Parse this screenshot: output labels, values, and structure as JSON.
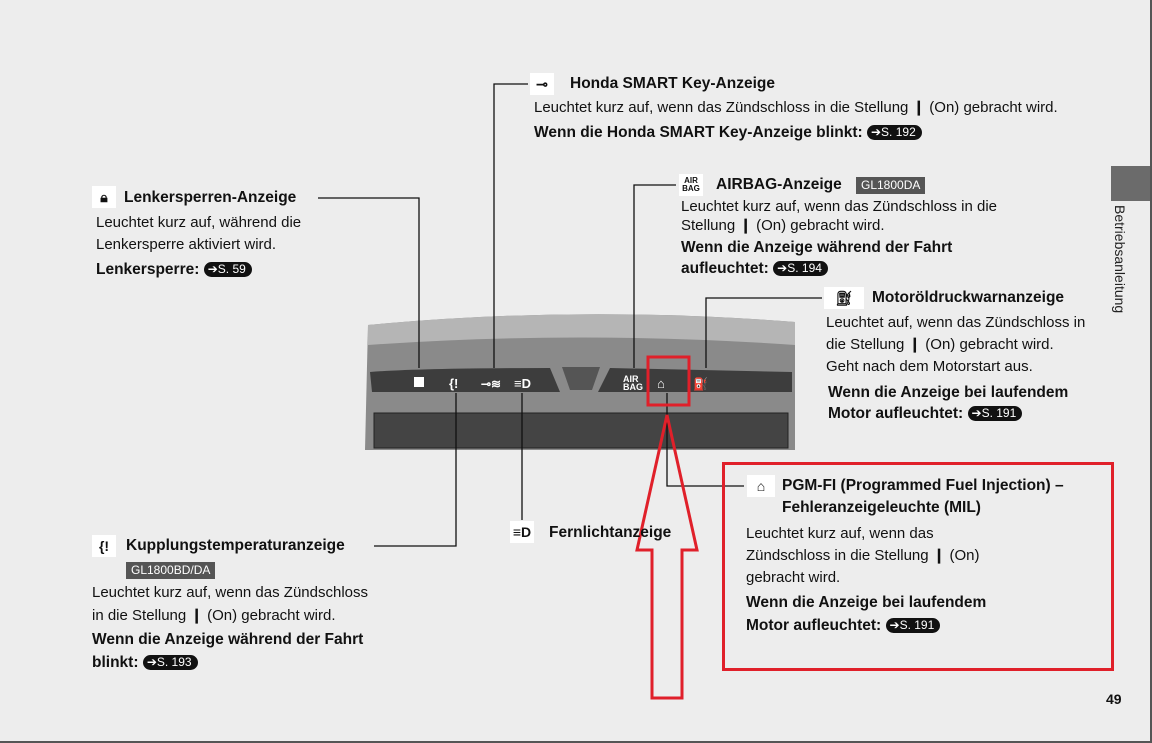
{
  "side_tab": "Betriebsanleitung",
  "page_number": "49",
  "smart_key": {
    "title": "Honda SMART Key-Anzeige",
    "line1": "Leuchtet kurz auf, wenn das Zündschloss in die Stellung ❙ (On) gebracht wird.",
    "bold": "Wenn die Honda SMART Key-Anzeige blinkt:",
    "ref": "S. 192"
  },
  "lenker": {
    "title": "Lenkersperren-Anzeige",
    "line1": "Leuchtet kurz auf, während die",
    "line2": "Lenkersperre aktiviert wird.",
    "bold": "Lenkersperre:",
    "ref": "S. 59"
  },
  "airbag": {
    "title": "AIRBAG-Anzeige",
    "badge": "GL1800DA",
    "icon_text": "AIR BAG",
    "line1": "Leuchtet kurz auf, wenn das Zündschloss in die",
    "line2": "Stellung ❙ (On) gebracht wird.",
    "bold1": "Wenn die Anzeige während der Fahrt",
    "bold2": "aufleuchtet:",
    "ref": "S. 194"
  },
  "oil": {
    "title": "Motoröldruckwarnanzeige",
    "line1": "Leuchtet auf, wenn das Zündschloss in",
    "line2": "die Stellung ❙ (On) gebracht wird.",
    "line3": "Geht nach dem Motorstart aus.",
    "bold1": "Wenn die Anzeige bei laufendem",
    "bold2": "Motor aufleuchtet:",
    "ref": "S. 191"
  },
  "pgm": {
    "title1": "PGM-FI (Programmed Fuel Injection) –",
    "title2": "Fehleranzeigeleuchte (MIL)",
    "line1": "Leuchtet kurz auf, wenn das",
    "line2": "Zündschloss in die Stellung ❙ (On)",
    "line3": "gebracht wird.",
    "bold1": "Wenn die Anzeige bei laufendem",
    "bold2": "Motor aufleuchtet:",
    "ref": "S. 191"
  },
  "kupplung": {
    "title": "Kupplungstemperaturanzeige",
    "badge": "GL1800BD/DA",
    "line1": "Leuchtet kurz auf, wenn das Zündschloss",
    "line2": "in die Stellung ❙ (On) gebracht wird.",
    "bold1": "Wenn die Anzeige während der Fahrt",
    "bold2": "blinkt:",
    "ref": "S. 193"
  },
  "fernlicht": {
    "title": "Fernlichtanzeige"
  },
  "colors": {
    "highlight": "#e0202a",
    "tab": "#6b6b6b"
  }
}
